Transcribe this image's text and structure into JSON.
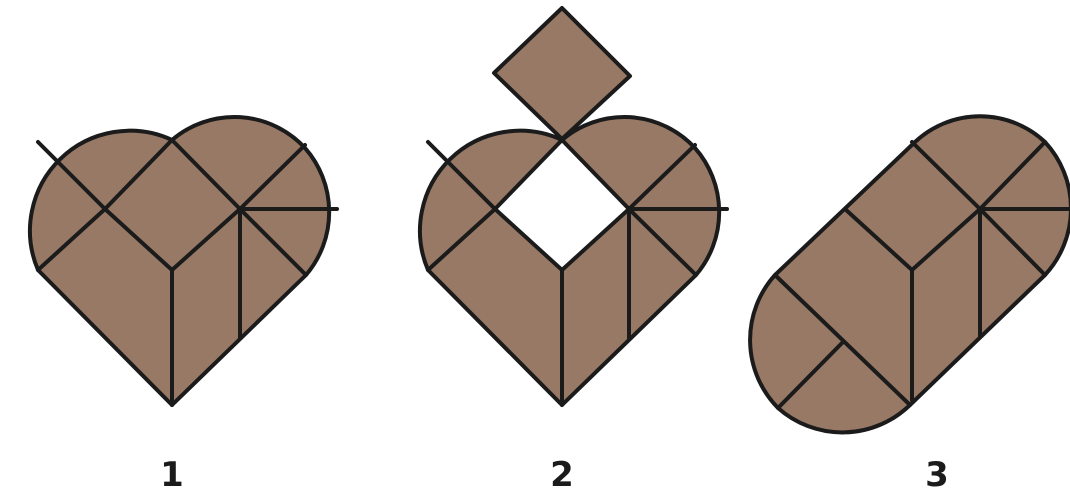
{
  "figures": [
    {
      "label": "1"
    },
    {
      "label": "2"
    },
    {
      "label": "3"
    }
  ],
  "colors": {
    "piece_fill": "#977966",
    "piece_stroke": "#1b1b1b",
    "label": "#1b1b1b",
    "background": "#ffffff"
  }
}
